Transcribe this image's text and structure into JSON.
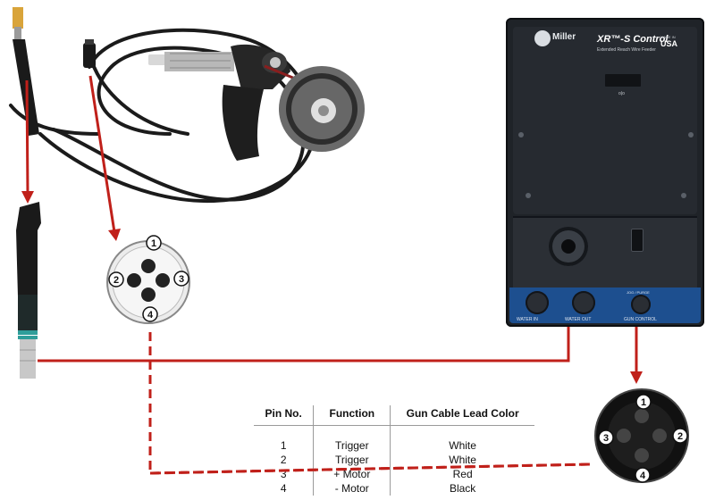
{
  "feeder": {
    "brand": "Miller",
    "title": "XR™-S Control",
    "subtitle": "Extended Reach Wire Feeder",
    "made_in": "MADE IN",
    "made_country": "USA",
    "display_label": "o|o",
    "water_in_label": "WATER IN",
    "water_out_label": "WATER OUT",
    "jog_label": "JOG / PURGE",
    "gun_control_label": "GUN CONTROL"
  },
  "connector_left": {
    "pins": [
      "1",
      "2",
      "3",
      "4"
    ]
  },
  "connector_right": {
    "pins": [
      "1",
      "2",
      "3",
      "4"
    ]
  },
  "pin_table": {
    "headers": [
      "Pin No.",
      "Function",
      "Gun Cable Lead Color"
    ],
    "rows": [
      {
        "pin": "1",
        "function": "Trigger",
        "color": "White"
      },
      {
        "pin": "2",
        "function": "Trigger",
        "color": "White"
      },
      {
        "pin": "3",
        "function": "+ Motor",
        "color": "Red"
      },
      {
        "pin": "4",
        "function": "- Motor",
        "color": "Black"
      }
    ]
  },
  "colors": {
    "wire_red": "#c0201a",
    "feeder_body": "#1f2328",
    "feeder_strip": "#1d4f8f"
  }
}
